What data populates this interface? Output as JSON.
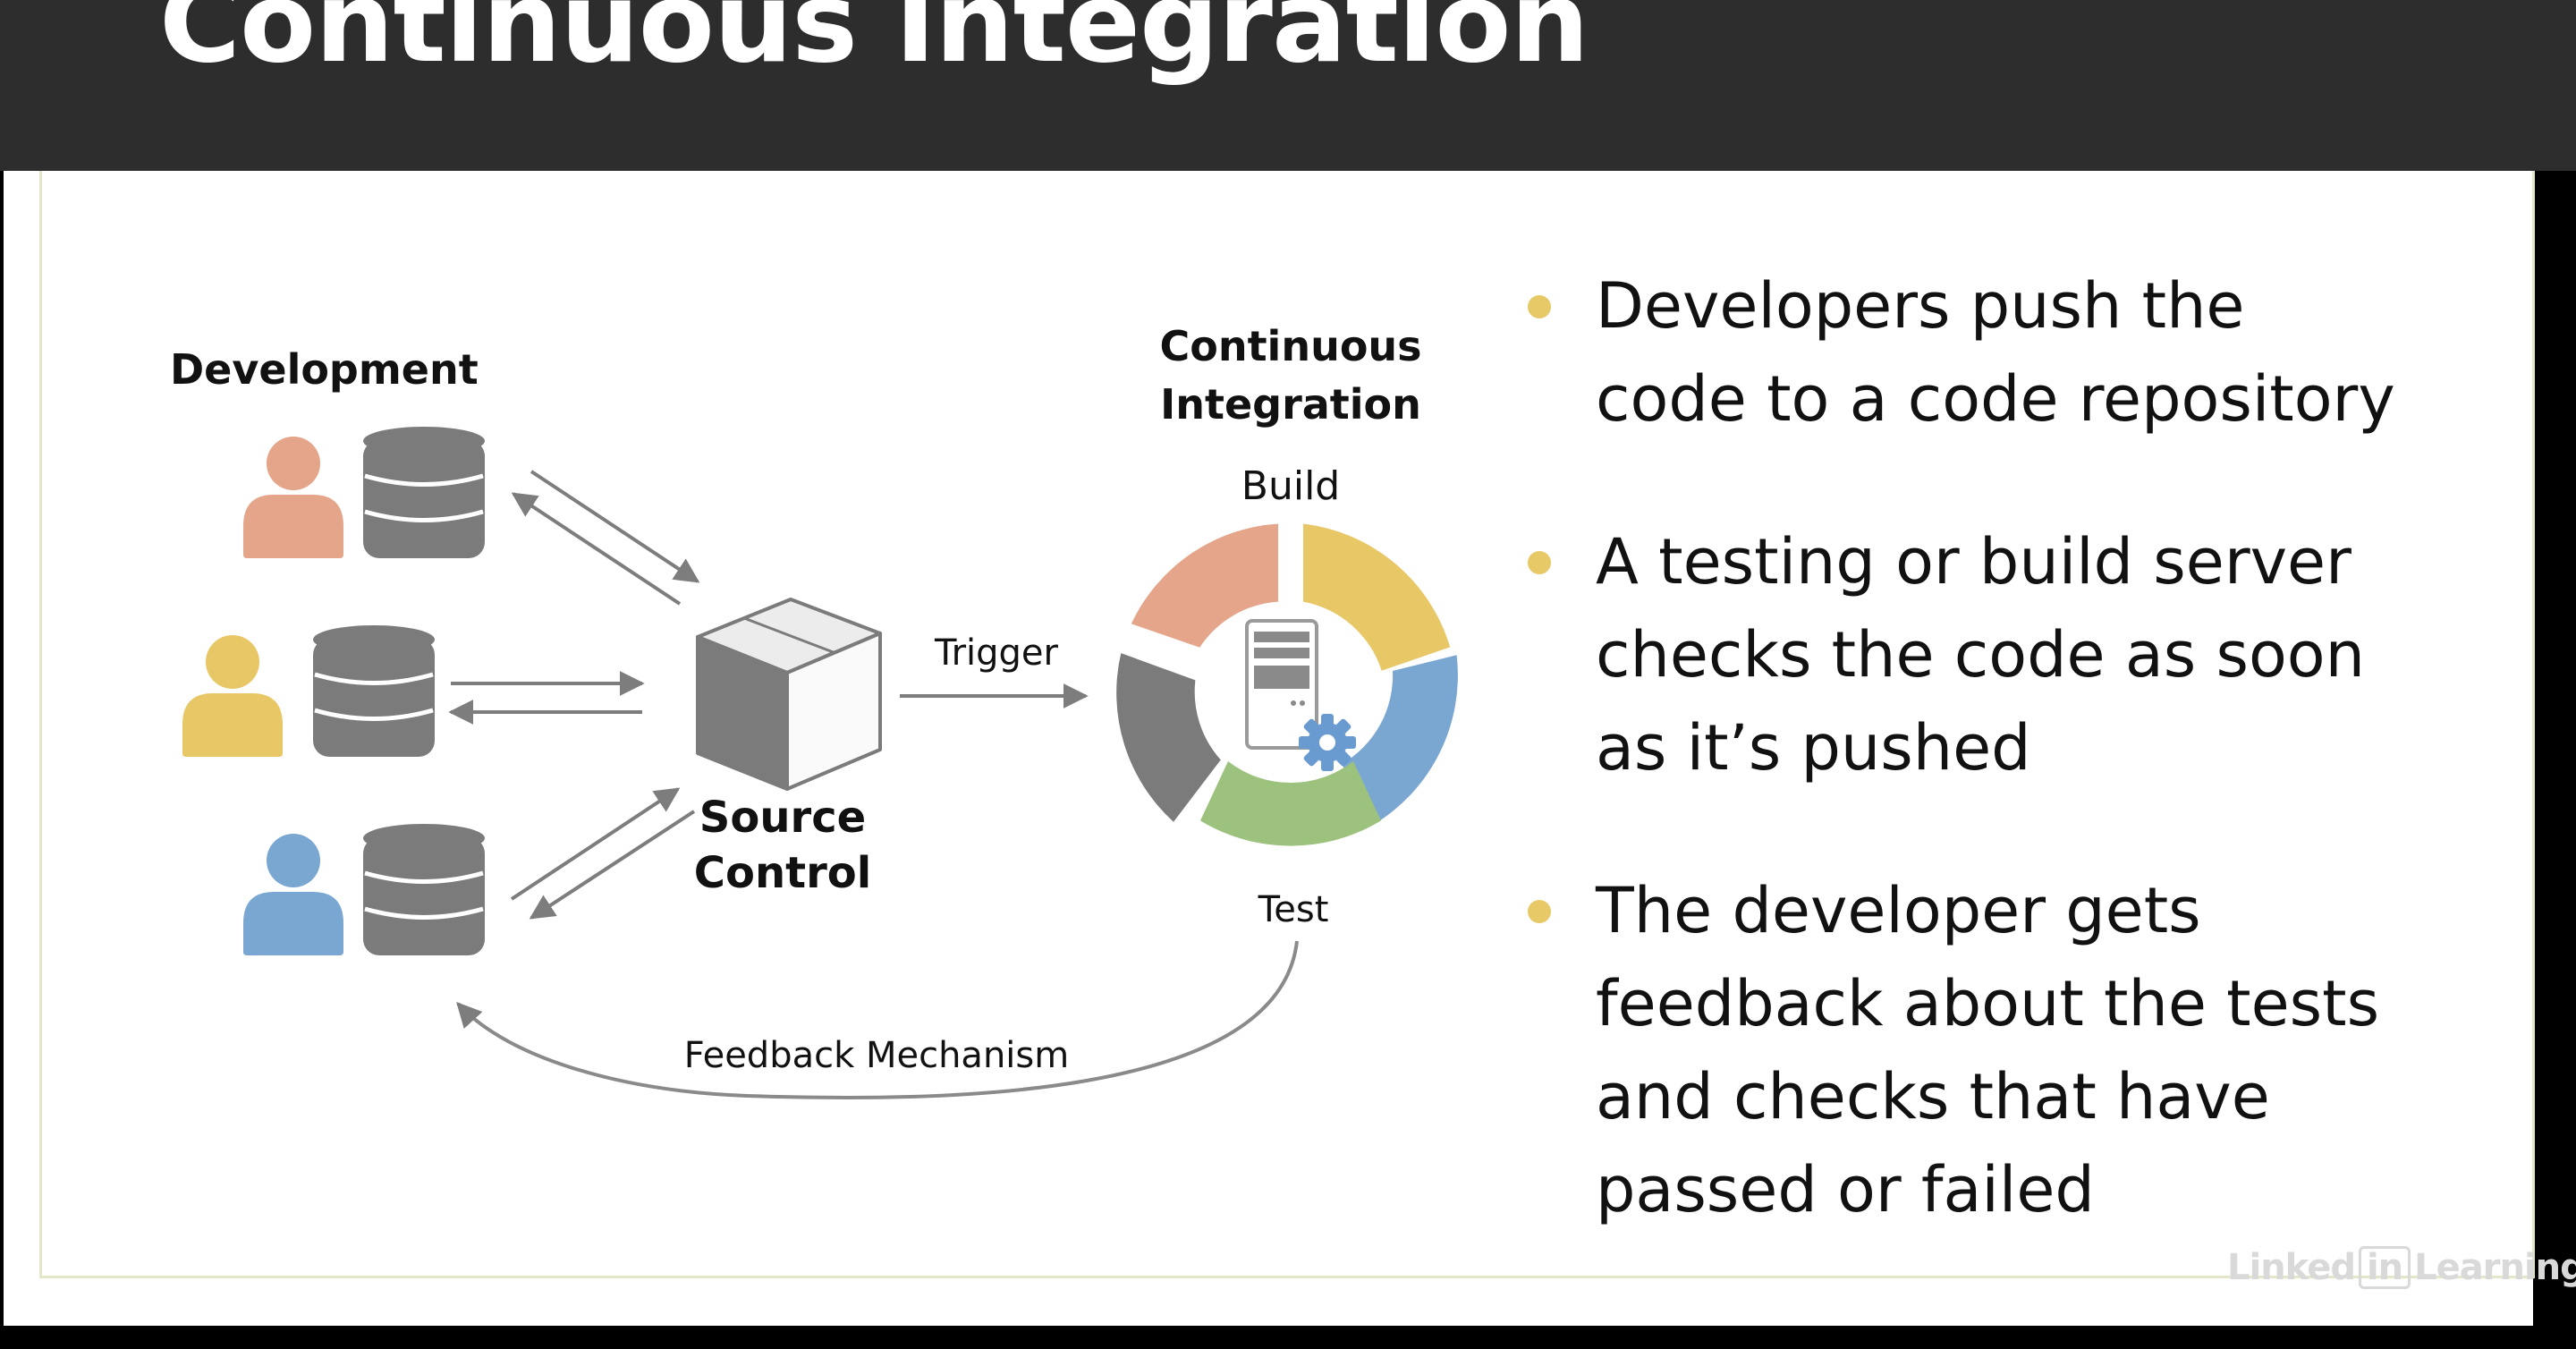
{
  "title": "Continuous Integration",
  "diagram": {
    "development_label": "Development",
    "source_control_line1": "Source",
    "source_control_line2": "Control",
    "trigger_label": "Trigger",
    "ci_line1": "Continuous",
    "ci_line2": "Integration",
    "build_label": "Build",
    "test_label": "Test",
    "feedback_label": "Feedback Mechanism"
  },
  "bullets": [
    {
      "line1": "Developers push the",
      "line2": "code to a code repository"
    },
    {
      "line1": "A testing or build server",
      "line2": "checks the code as soon",
      "line3": "as it’s pushed"
    },
    {
      "line1": "The developer gets",
      "line2": "feedback about the tests",
      "line3": "and checks that have",
      "line4": "passed or failed"
    }
  ],
  "brand": {
    "part1": "Linked",
    "part2": "in",
    "part3": "Learning"
  },
  "colors": {
    "title_bar": "#2d2d2d",
    "salmon": "#e5a58b",
    "yellow": "#e8c766",
    "blue": "#7aa6d2",
    "green": "#9cc27d",
    "gray": "#7b7b7b",
    "bullet": "#e7c968"
  }
}
